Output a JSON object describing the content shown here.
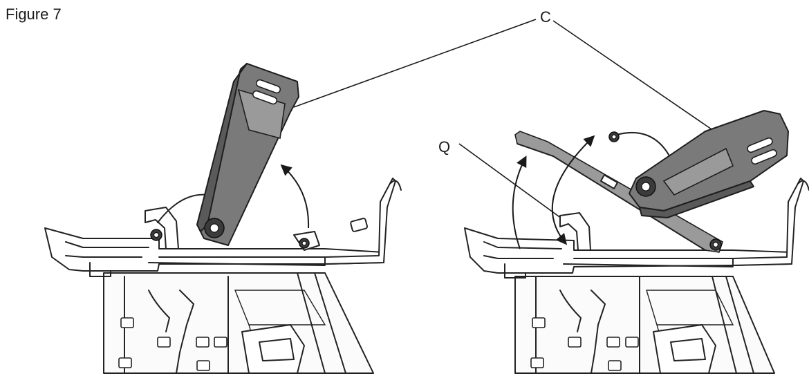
{
  "figure": {
    "title": "Figure 7",
    "callouts": {
      "c": "C",
      "q": "Q"
    }
  },
  "colors": {
    "lever": "#7a7a7a",
    "lever_dark": "#5a5a5a",
    "line": "#222222",
    "background": "#ffffff"
  }
}
